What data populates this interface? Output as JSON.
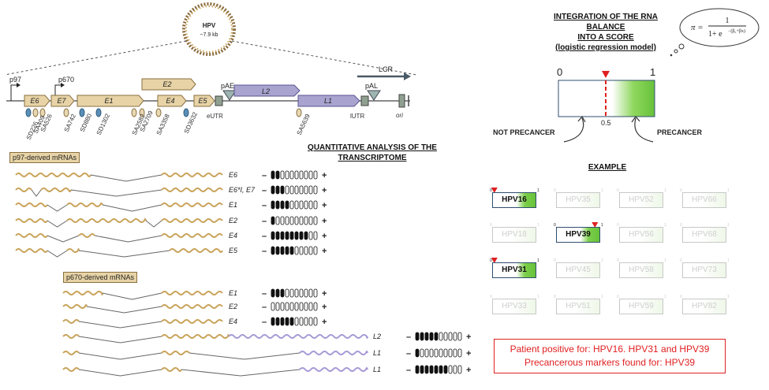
{
  "genome": {
    "circle_title": "HPV",
    "circle_size": "~7.9 kb",
    "promoters": [
      "p97",
      "p670",
      "pAE",
      "pAL"
    ],
    "lcr": "LCR",
    "genes": [
      "E6",
      "E7",
      "E1",
      "E2",
      "E4",
      "E5",
      "L2",
      "L1"
    ],
    "utr": [
      "eUTR",
      "lUTR"
    ],
    "ori": "ori",
    "splice_sites": [
      "SD226",
      "SA409",
      "SA526",
      "SA742",
      "SD880",
      "SD1302",
      "SA2582",
      "SA2709",
      "SA3358",
      "SD3632",
      "SA5639"
    ]
  },
  "transcriptome": {
    "title_line1": "QUANTITATIVE ANALYSIS OF THE",
    "title_line2": "TRANSCRIPTOME",
    "p97_label": "p97-derived mRNAs",
    "p670_label": "p670-derived mRNAs",
    "minus": "–",
    "plus": "+",
    "p97_rows": [
      {
        "gene": "E6",
        "level": 2
      },
      {
        "gene": "E6*I, E7",
        "level": 3
      },
      {
        "gene": "E1",
        "level": 4
      },
      {
        "gene": "E2",
        "level": 1
      },
      {
        "gene": "E4",
        "level": 8
      },
      {
        "gene": "E5",
        "level": 5
      }
    ],
    "p670_rows": [
      {
        "gene": "E1",
        "level": 3
      },
      {
        "gene": "E2",
        "level": 0
      },
      {
        "gene": "E4",
        "level": 5
      },
      {
        "gene": "L2",
        "level": 5
      },
      {
        "gene": "L1",
        "level": 1
      },
      {
        "gene": "L1",
        "level": 7
      }
    ]
  },
  "score": {
    "title_line1": "INTEGRATION OF THE RNA",
    "title_line2": "BALANCE",
    "title_line3": "INTO A SCORE",
    "title_line4": "(logistic regression model)",
    "formula_lhs": "π =",
    "formula_num": "1",
    "formula_den": "1+ e",
    "formula_exp": "−(β₀+βx)",
    "scale_min": "0",
    "scale_max": "1",
    "threshold": "0.5",
    "left_label": "NOT PRECANCER",
    "right_label": "PRECANCER"
  },
  "example": {
    "title": "EXAMPLE",
    "tiles": [
      {
        "name": "HPV16",
        "active": true,
        "marker": 0.05
      },
      {
        "name": "HPV35",
        "active": false
      },
      {
        "name": "HPV52",
        "active": false
      },
      {
        "name": "HPV66",
        "active": false
      },
      {
        "name": "HPV18",
        "active": false
      },
      {
        "name": "HPV39",
        "active": true,
        "marker": 0.88
      },
      {
        "name": "HPV56",
        "active": false
      },
      {
        "name": "HPV68",
        "active": false
      },
      {
        "name": "HPV31",
        "active": true,
        "marker": 0.05
      },
      {
        "name": "HPV45",
        "active": false
      },
      {
        "name": "HPV58",
        "active": false
      },
      {
        "name": "HPV73",
        "active": false
      },
      {
        "name": "HPV33",
        "active": false
      },
      {
        "name": "HPV51",
        "active": false
      },
      {
        "name": "HPV59",
        "active": false
      },
      {
        "name": "HPV82",
        "active": false
      }
    ],
    "tile_min": "0",
    "tile_max": "1",
    "result_line1": "Patient positive for: HPV16. HPV31 and HPV39",
    "result_line2": "Precancerous markers found for: HPV39"
  },
  "colors": {
    "early_gene": "#e7d3a6",
    "late_gene": "#a9a3cf",
    "early_wave": "#c9a35a",
    "late_wave": "#a79ad6",
    "green": "#67c23a",
    "red": "#e02020"
  }
}
